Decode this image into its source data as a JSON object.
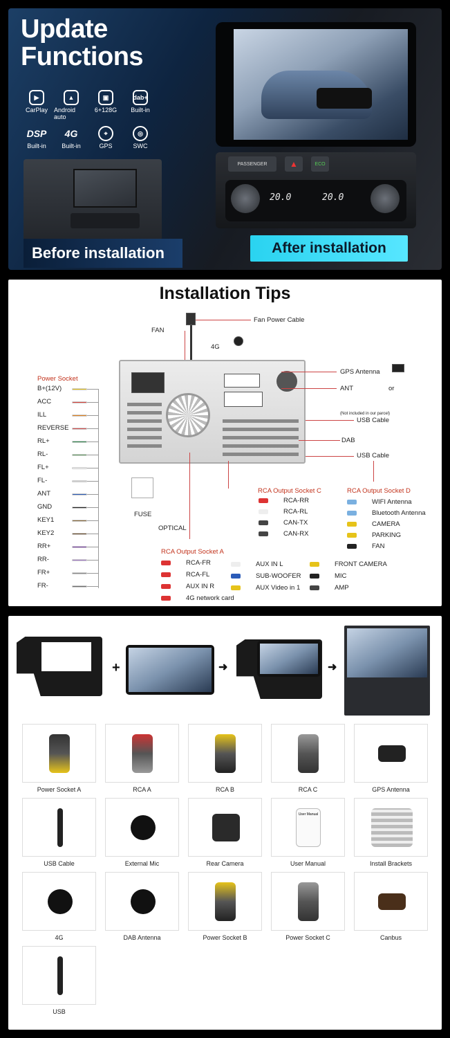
{
  "hero": {
    "title_line1": "Update",
    "title_line2": "Functions",
    "features": [
      {
        "icon": "carplay-icon",
        "glyph": "▶",
        "label": "CarPlay"
      },
      {
        "icon": "android-auto-icon",
        "glyph": "▲",
        "label": "Android auto"
      },
      {
        "icon": "chip-icon",
        "glyph": "▣",
        "label": "6+128G"
      },
      {
        "icon": "dab-icon",
        "glyph": "dab+",
        "label": "Built-in"
      },
      {
        "icon": "dsp-icon",
        "glyph": "DSP",
        "label": "Built-in"
      },
      {
        "icon": "4g-icon",
        "glyph": "4G",
        "label": "Built-in"
      },
      {
        "icon": "gps-icon",
        "glyph": "⌖",
        "label": "GPS"
      },
      {
        "icon": "steering-wheel-icon",
        "glyph": "◎",
        "label": "SWC"
      }
    ],
    "before_label": "Before installation",
    "after_label": "After installation",
    "dash": {
      "passenger": "PASSENGER",
      "eco": "ECO",
      "temp_left": "20.0",
      "temp_right": "20.0"
    }
  },
  "tips": {
    "heading": "Installation Tips",
    "fan_power_cable": "Fan Power Cable",
    "fan": "FAN",
    "g4": "4G",
    "gps_antenna": "GPS Antenna",
    "ant": "ANT",
    "or": "or",
    "not_included": "(Not included in our parcel)",
    "usb_cable_1": "USB Cable",
    "dab": "DAB",
    "usb_cable_2": "USB Cable",
    "fuse": "FUSE",
    "optical": "OPTICAL",
    "power_socket": {
      "title": "Power Socket",
      "pins": [
        {
          "label": "B+(12V)",
          "color": "#e6c31a"
        },
        {
          "label": "ACC",
          "color": "#d8413a"
        },
        {
          "label": "ILL",
          "color": "#e0801c"
        },
        {
          "label": "REVERSE",
          "color": "#d34a4a"
        },
        {
          "label": "RL+",
          "color": "#2e8a4e"
        },
        {
          "label": "RL-",
          "color": "#6aa36a"
        },
        {
          "label": "FL+",
          "color": "#f2f2f2"
        },
        {
          "label": "FL-",
          "color": "#cfcfcf"
        },
        {
          "label": "ANT",
          "color": "#2b5bb8"
        },
        {
          "label": "GND",
          "color": "#222222"
        },
        {
          "label": "KEY1",
          "color": "#8a6a3c"
        },
        {
          "label": "KEY2",
          "color": "#6b4c2a"
        },
        {
          "label": "RR+",
          "color": "#7a3ea8"
        },
        {
          "label": "RR-",
          "color": "#a27ac8"
        },
        {
          "label": "FR+",
          "color": "#8a8a8a"
        },
        {
          "label": "FR-",
          "color": "#6a6a6a"
        }
      ]
    },
    "rca_c": {
      "title": "RCA Output Socket C",
      "items": [
        "RCA-RR",
        "RCA-RL",
        "CAN-TX",
        "CAN-RX"
      ]
    },
    "rca_d": {
      "title": "RCA Output Socket D",
      "items": [
        "WIFI Antenna",
        "Bluetooth Antenna",
        "CAMERA",
        "PARKING",
        "FAN"
      ]
    },
    "rca_a": {
      "title": "RCA Output Socket A",
      "items": [
        "RCA-FR",
        "RCA-FL",
        "AUX IN R",
        "4G network card"
      ]
    },
    "aux": {
      "items": [
        "AUX IN L",
        "SUB-WOOFER",
        "AUX Video in 1"
      ]
    },
    "cam": {
      "items": [
        "FRONT CAMERA",
        "MIC",
        "AMP"
      ]
    }
  },
  "accessories": {
    "items": [
      {
        "label": "Power Socket A",
        "icon": "harness-icon"
      },
      {
        "label": "RCA  A",
        "icon": "rca-cable-icon"
      },
      {
        "label": "RCA  B",
        "icon": "rca-cable-icon"
      },
      {
        "label": "RCA  C",
        "icon": "rca-cable-icon"
      },
      {
        "label": "GPS Antenna",
        "icon": "gps-antenna-icon"
      },
      {
        "label": "USB Cable",
        "icon": "usb-cable-icon"
      },
      {
        "label": "External Mic",
        "icon": "mic-icon"
      },
      {
        "label": "Rear Camera",
        "icon": "camera-icon"
      },
      {
        "label": "User Manual",
        "icon": "manual-icon"
      },
      {
        "label": "Install Brackets",
        "icon": "bracket-icon"
      },
      {
        "label": "4G",
        "icon": "4g-antenna-icon"
      },
      {
        "label": "DAB Antenna",
        "icon": "dab-antenna-icon"
      },
      {
        "label": "Power Socket B",
        "icon": "harness-icon"
      },
      {
        "label": "Power Socket C",
        "icon": "harness-icon"
      },
      {
        "label": "Canbus",
        "icon": "canbus-icon"
      },
      {
        "label": "USB",
        "icon": "usb-icon"
      }
    ],
    "manual_title": "User Manual"
  }
}
